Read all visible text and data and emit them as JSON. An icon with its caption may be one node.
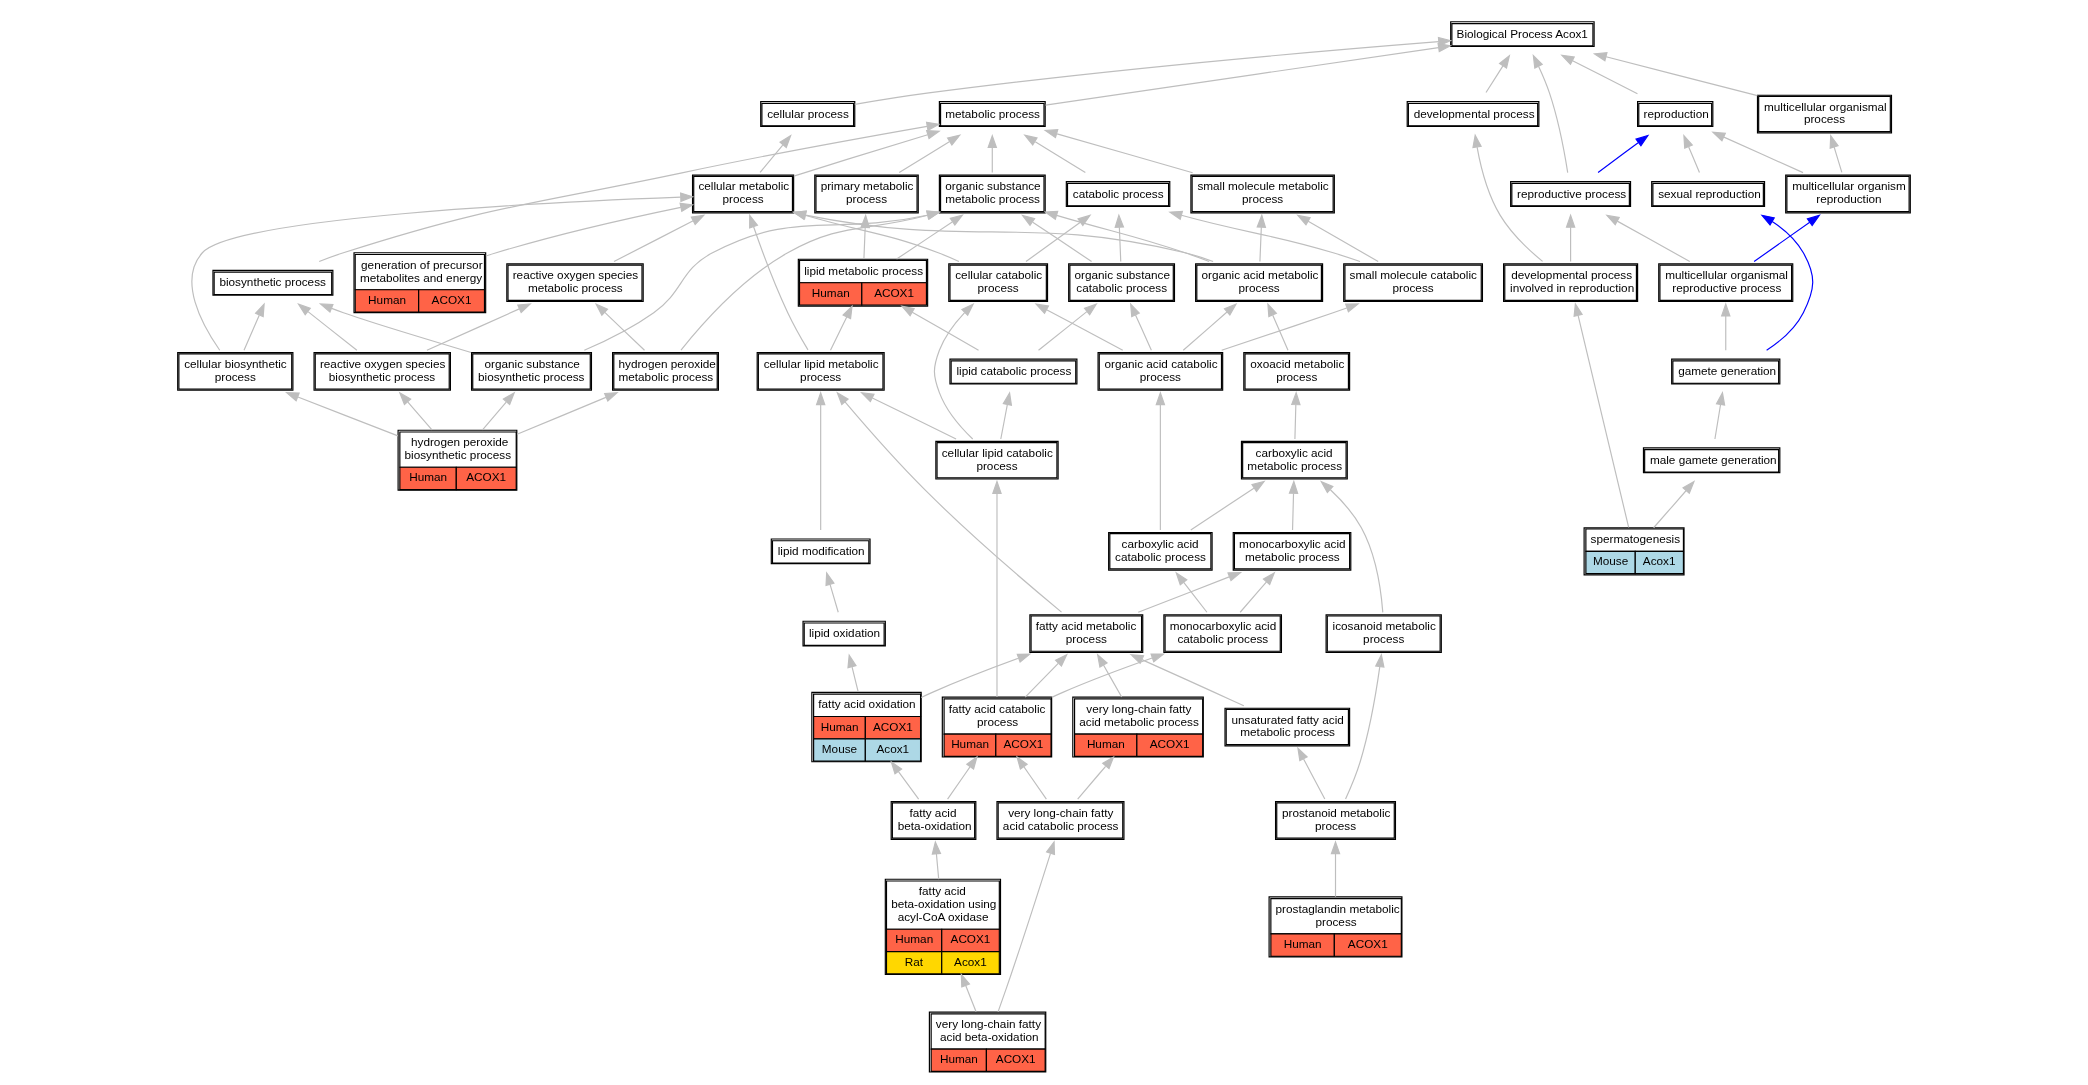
{
  "diagram": {
    "nodes": [
      {
        "text": [
          "Biological Process Acox1"
        ]
      },
      {
        "text": [
          "metabolic process"
        ]
      },
      {
        "text": [
          "cellular process"
        ]
      },
      {
        "text": [
          "developmental process"
        ]
      },
      {
        "text": [
          "reproduction"
        ]
      },
      {
        "text": [
          "multicellular organismal process"
        ]
      },
      {
        "text": [
          "catabolic process"
        ]
      },
      {
        "text": [
          "small molecule metabolic process"
        ]
      },
      {
        "text": [
          "organic substance metabolic process"
        ]
      },
      {
        "text": [
          "primary metabolic process"
        ]
      },
      {
        "text": [
          "cellular metabolic process"
        ]
      },
      {
        "text": [
          "biosynthetic process"
        ]
      },
      {
        "text": [
          "reproductive process"
        ]
      },
      {
        "text": [
          "multicellular organism reproduction"
        ]
      },
      {
        "text": [
          "sexual reproduction"
        ]
      },
      {
        "text": [
          "small molecule catabolic process"
        ]
      },
      {
        "text": [
          "cellular catabolic process"
        ]
      },
      {
        "text": [
          "organic substance catabolic process"
        ]
      },
      {
        "text": [
          "organic acid metabolic process"
        ]
      },
      {
        "text": [
          "lipid metabolic process",
          "Human",
          "ACOX1"
        ]
      },
      {
        "text": [
          "reactive oxygen species metabolic process"
        ]
      },
      {
        "text": [
          "organic substance biosynthetic process"
        ]
      },
      {
        "text": [
          "generation of precursor metabolites and energy",
          "Human",
          "ACOX1"
        ]
      },
      {
        "text": [
          "cellular biosynthetic process"
        ]
      },
      {
        "text": [
          "developmental process involved in reproduction"
        ]
      },
      {
        "text": [
          "multicellular organismal reproductive process"
        ]
      },
      {
        "text": [
          "organic acid catabolic process"
        ]
      },
      {
        "text": [
          "lipid catabolic process"
        ]
      },
      {
        "text": [
          "oxoacid metabolic process"
        ]
      },
      {
        "text": [
          "cellular lipid metabolic process"
        ]
      },
      {
        "text": [
          "hydrogen peroxide metabolic process"
        ]
      },
      {
        "text": [
          "reactive oxygen species biosynthetic process"
        ]
      },
      {
        "text": [
          "gamete generation"
        ]
      },
      {
        "text": [
          "cellular lipid catabolic process"
        ]
      },
      {
        "text": [
          "carboxylic acid metabolic process"
        ]
      },
      {
        "text": [
          "hydrogen peroxide biosynthetic process",
          "Human",
          "ACOX1"
        ]
      },
      {
        "text": [
          "male gamete generation"
        ]
      },
      {
        "text": [
          "carboxylic acid catabolic process"
        ]
      },
      {
        "text": [
          "monocarboxylic acid metabolic process"
        ]
      },
      {
        "text": [
          "lipid modification"
        ]
      },
      {
        "text": [
          "spermatogenesis",
          "Mouse",
          "Acox1"
        ]
      },
      {
        "text": [
          "icosanoid metabolic process"
        ]
      },
      {
        "text": [
          "monocarboxylic acid catabolic process"
        ]
      },
      {
        "text": [
          "fatty acid metabolic process"
        ]
      },
      {
        "text": [
          "lipid oxidation"
        ]
      },
      {
        "text": [
          "fatty acid catabolic process",
          "Human",
          "ACOX1"
        ]
      },
      {
        "text": [
          "unsaturated fatty acid metabolic process"
        ]
      },
      {
        "text": [
          "very long-chain fatty acid metabolic process",
          "Human",
          "ACOX1"
        ]
      },
      {
        "text": [
          "fatty acid oxidation",
          "Human",
          "ACOX1",
          "Mouse",
          "Acox1"
        ]
      },
      {
        "text": [
          "prostanoid metabolic process"
        ]
      },
      {
        "text": [
          "very long-chain fatty acid catabolic process"
        ]
      },
      {
        "text": [
          "fatty acid beta-oxidation"
        ]
      },
      {
        "text": [
          "prostaglandin metabolic process",
          "Human",
          "ACOX1"
        ]
      },
      {
        "text": [
          "fatty acid beta-oxidation using acyl-CoA oxidase",
          "Human",
          "ACOX1",
          "Rat",
          "Acox1"
        ]
      },
      {
        "text": [
          "very long-chain fatty acid beta-oxidation",
          "Human",
          "ACOX1"
        ]
      }
    ],
    "edges": [
      {
        "from": 1,
        "to": 0,
        "arrow": "to"
      },
      {
        "from": 2,
        "to": 0,
        "arrow": "to"
      },
      {
        "from": 3,
        "to": 0,
        "arrow": "to"
      },
      {
        "from": 4,
        "to": 0,
        "arrow": "to"
      },
      {
        "from": 5,
        "to": 0,
        "arrow": "to"
      },
      {
        "from": 12,
        "to": 0,
        "arrow": "to"
      },
      {
        "from": 6,
        "to": 1,
        "arrow": "to"
      },
      {
        "from": 7,
        "to": 1,
        "arrow": "to"
      },
      {
        "from": 8,
        "to": 1,
        "arrow": "to"
      },
      {
        "from": 9,
        "to": 1,
        "arrow": "to"
      },
      {
        "from": 10,
        "to": 1,
        "arrow": "to"
      },
      {
        "from": 11,
        "to": 1,
        "arrow": "to"
      },
      {
        "from": 10,
        "to": 2,
        "arrow": "to"
      },
      {
        "from": 12,
        "to": 4,
        "arrow": "to",
        "color": "#0000ff"
      },
      {
        "from": 13,
        "to": 4,
        "arrow": "to"
      },
      {
        "from": 13,
        "to": 5,
        "arrow": "to"
      },
      {
        "from": 14,
        "to": 4,
        "arrow": "to"
      },
      {
        "from": 15,
        "to": 6,
        "arrow": "to"
      },
      {
        "from": 15,
        "to": 7,
        "arrow": "to"
      },
      {
        "from": 16,
        "to": 6,
        "arrow": "to"
      },
      {
        "from": 16,
        "to": 10,
        "arrow": "to"
      },
      {
        "from": 17,
        "to": 6,
        "arrow": "to"
      },
      {
        "from": 17,
        "to": 8,
        "arrow": "to"
      },
      {
        "from": 18,
        "to": 7,
        "arrow": "to"
      },
      {
        "from": 18,
        "to": 8,
        "arrow": "to"
      },
      {
        "from": 18,
        "to": 10,
        "arrow": "to"
      },
      {
        "from": 19,
        "to": 8,
        "arrow": "to"
      },
      {
        "from": 19,
        "to": 9,
        "arrow": "to"
      },
      {
        "from": 20,
        "to": 10,
        "arrow": "to"
      },
      {
        "from": 21,
        "to": 11,
        "arrow": "to"
      },
      {
        "from": 21,
        "to": 8,
        "arrow": "to"
      },
      {
        "from": 22,
        "to": 10,
        "arrow": "to"
      },
      {
        "from": 23,
        "to": 11,
        "arrow": "to"
      },
      {
        "from": 23,
        "to": 10,
        "arrow": "to"
      },
      {
        "from": 24,
        "to": 3,
        "arrow": "to"
      },
      {
        "from": 24,
        "to": 12,
        "arrow": "to"
      },
      {
        "from": 25,
        "to": 12,
        "arrow": "to"
      },
      {
        "from": 25,
        "to": 13,
        "arrow": "to",
        "color": "#0000ff"
      },
      {
        "from": 26,
        "to": 15,
        "arrow": "to"
      },
      {
        "from": 26,
        "to": 16,
        "arrow": "to"
      },
      {
        "from": 26,
        "to": 17,
        "arrow": "to"
      },
      {
        "from": 26,
        "to": 18,
        "arrow": "to"
      },
      {
        "from": 27,
        "to": 17,
        "arrow": "to"
      },
      {
        "from": 27,
        "to": 19,
        "arrow": "to"
      },
      {
        "from": 28,
        "to": 18,
        "arrow": "to"
      },
      {
        "from": 29,
        "to": 19,
        "arrow": "to"
      },
      {
        "from": 29,
        "to": 10,
        "arrow": "to"
      },
      {
        "from": 30,
        "to": 20,
        "arrow": "to"
      },
      {
        "from": 30,
        "to": 8,
        "arrow": "to"
      },
      {
        "from": 31,
        "to": 20,
        "arrow": "to"
      },
      {
        "from": 31,
        "to": 11,
        "arrow": "to"
      },
      {
        "from": 32,
        "to": 25,
        "arrow": "to"
      },
      {
        "from": 32,
        "to": 14,
        "arrow": "to",
        "color": "#0000ff"
      },
      {
        "from": 33,
        "to": 16,
        "arrow": "to"
      },
      {
        "from": 33,
        "to": 27,
        "arrow": "to"
      },
      {
        "from": 33,
        "to": 29,
        "arrow": "to"
      },
      {
        "from": 34,
        "to": 28,
        "arrow": "to"
      },
      {
        "from": 35,
        "to": 30,
        "arrow": "to"
      },
      {
        "from": 35,
        "to": 31,
        "arrow": "to"
      },
      {
        "from": 35,
        "to": 21,
        "arrow": "to"
      },
      {
        "from": 35,
        "to": 23,
        "arrow": "to"
      },
      {
        "from": 36,
        "to": 32,
        "arrow": "to"
      },
      {
        "from": 37,
        "to": 34,
        "arrow": "to"
      },
      {
        "from": 37,
        "to": 26,
        "arrow": "to"
      },
      {
        "from": 38,
        "to": 34,
        "arrow": "to"
      },
      {
        "from": 39,
        "to": 29,
        "arrow": "to"
      },
      {
        "from": 40,
        "to": 24,
        "arrow": "to"
      },
      {
        "from": 40,
        "to": 36,
        "arrow": "to"
      },
      {
        "from": 41,
        "to": 34,
        "arrow": "to"
      },
      {
        "from": 42,
        "to": 37,
        "arrow": "to"
      },
      {
        "from": 42,
        "to": 38,
        "arrow": "to"
      },
      {
        "from": 43,
        "to": 38,
        "arrow": "to"
      },
      {
        "from": 43,
        "to": 29,
        "arrow": "to"
      },
      {
        "from": 44,
        "to": 39,
        "arrow": "to"
      },
      {
        "from": 45,
        "to": 33,
        "arrow": "to"
      },
      {
        "from": 45,
        "to": 42,
        "arrow": "to"
      },
      {
        "from": 45,
        "to": 43,
        "arrow": "to"
      },
      {
        "from": 46,
        "to": 43,
        "arrow": "to"
      },
      {
        "from": 47,
        "to": 43,
        "arrow": "to"
      },
      {
        "from": 48,
        "to": 43,
        "arrow": "to"
      },
      {
        "from": 48,
        "to": 44,
        "arrow": "to"
      },
      {
        "from": 49,
        "to": 41,
        "arrow": "to"
      },
      {
        "from": 49,
        "to": 46,
        "arrow": "to"
      },
      {
        "from": 50,
        "to": 45,
        "arrow": "to"
      },
      {
        "from": 50,
        "to": 47,
        "arrow": "to"
      },
      {
        "from": 51,
        "to": 45,
        "arrow": "to"
      },
      {
        "from": 51,
        "to": 48,
        "arrow": "to"
      },
      {
        "from": 52,
        "to": 49,
        "arrow": "to"
      },
      {
        "from": 53,
        "to": 51,
        "arrow": "to"
      },
      {
        "from": 54,
        "to": 50,
        "arrow": "to"
      },
      {
        "from": 54,
        "to": 53,
        "arrow": "to"
      }
    ]
  }
}
